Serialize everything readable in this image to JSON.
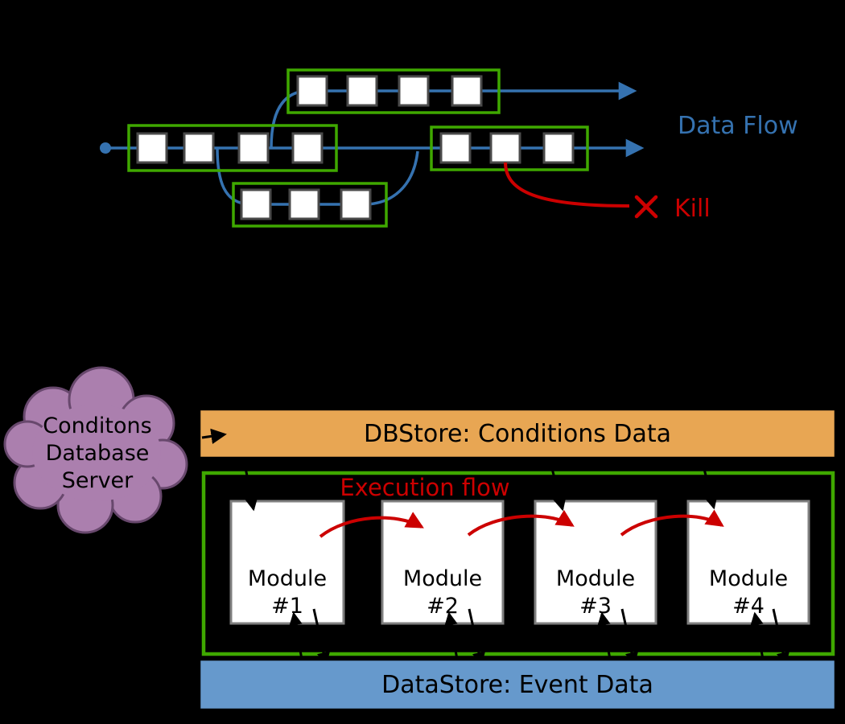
{
  "colors": {
    "background": "#000000",
    "flow_blue": "#3572b0",
    "path_green": "#3fa800",
    "kill_red": "#cc0000",
    "dbstore_orange": "#e8a653",
    "datastore_blue": "#6699cc",
    "cloud_purple": "#ab7fae",
    "cloud_border": "#68486d",
    "square_fill": "#ffffff",
    "square_border": "#4a4a4a",
    "module_border": "#7f7f7f",
    "text_black": "#000000"
  },
  "top_diagram": {
    "data_flow_label": "Data Flow",
    "kill_label": "Kill"
  },
  "bottom_diagram": {
    "conditions_cloud": {
      "line1": "Conditons",
      "line2": "Database",
      "line3": "Server"
    },
    "dbstore_label": "DBStore: Conditions Data",
    "execution_flow_label": "Execution flow",
    "modules": [
      {
        "name": "Module",
        "number": "#1"
      },
      {
        "name": "Module",
        "number": "#2"
      },
      {
        "name": "Module",
        "number": "#3"
      },
      {
        "name": "Module",
        "number": "#4"
      }
    ],
    "datastore_label": "DataStore: Event Data"
  }
}
